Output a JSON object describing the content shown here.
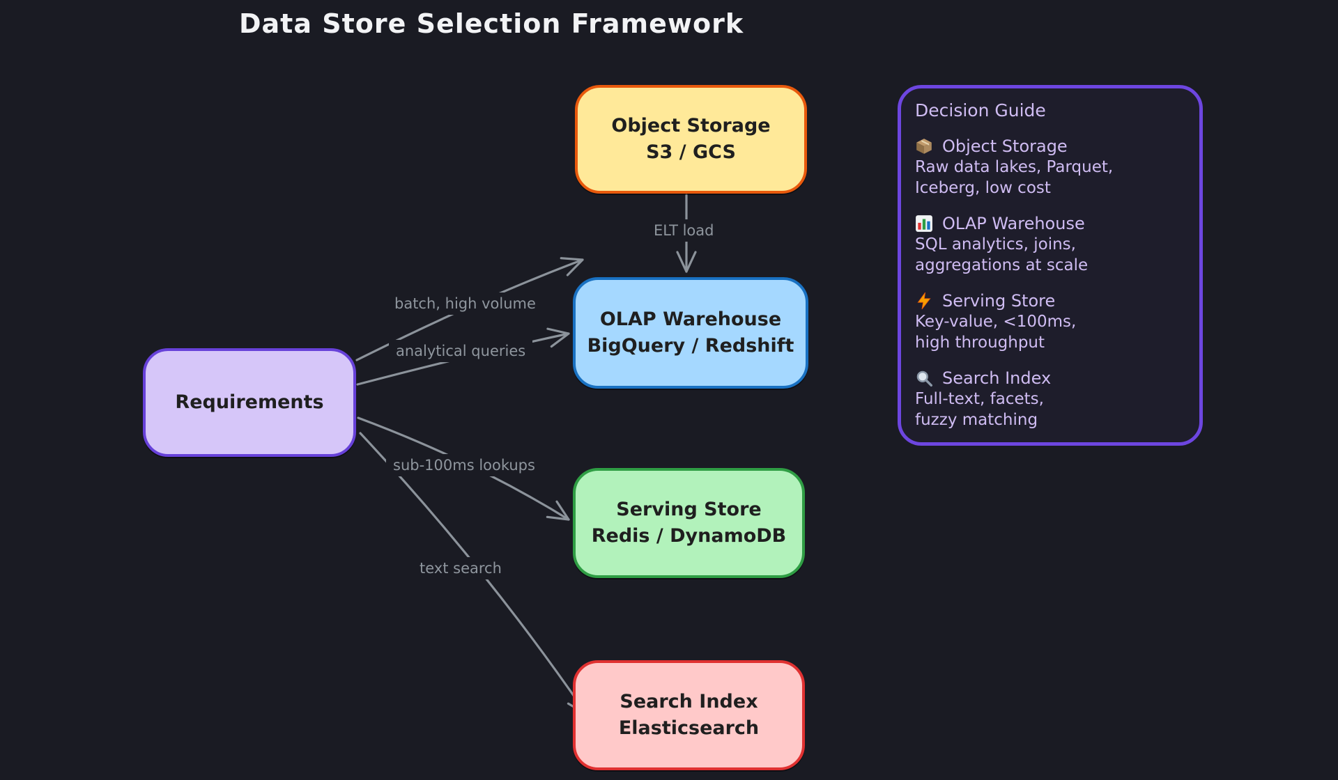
{
  "title": "Data Store Selection Framework",
  "colors": {
    "background": "#1a1b23",
    "arrow": "#8c939b",
    "edge_label_text": "#8f969e",
    "title_text": "#f2f3f5",
    "panel_border": "#6d46e0",
    "panel_text": "#cfbcf2"
  },
  "nodes": [
    {
      "id": "requirements",
      "label": "Requirements",
      "sublabel": "",
      "fill": "#d6c6f9",
      "border": "#6741d9"
    },
    {
      "id": "object-storage",
      "label": "Object Storage",
      "sublabel": "S3 / GCS",
      "fill": "#ffe999",
      "border": "#e8590c"
    },
    {
      "id": "olap-warehouse",
      "label": "OLAP Warehouse",
      "sublabel": "BigQuery / Redshift",
      "fill": "#a5d8ff",
      "border": "#1971c2"
    },
    {
      "id": "serving-store",
      "label": "Serving Store",
      "sublabel": "Redis / DynamoDB",
      "fill": "#b2f2bb",
      "border": "#2f9e44"
    },
    {
      "id": "search-index",
      "label": "Search Index",
      "sublabel": "Elasticsearch",
      "fill": "#ffc9c9",
      "border": "#e03131"
    }
  ],
  "edges": [
    {
      "from": "requirements",
      "to": "olap-warehouse",
      "label": "batch, high volume"
    },
    {
      "from": "requirements",
      "to": "olap-warehouse",
      "label": "analytical queries"
    },
    {
      "from": "object-storage",
      "to": "olap-warehouse",
      "label": "ELT load"
    },
    {
      "from": "requirements",
      "to": "serving-store",
      "label": "sub-100ms lookups"
    },
    {
      "from": "requirements",
      "to": "search-index",
      "label": "text search"
    }
  ],
  "guide": {
    "title": "Decision Guide",
    "entries": [
      {
        "icon": "package-icon",
        "name": "Object Storage",
        "desc": "Raw data lakes, Parquet,\nIceberg, low cost"
      },
      {
        "icon": "bar-chart-icon",
        "name": "OLAP Warehouse",
        "desc": "SQL analytics, joins,\naggregations at scale"
      },
      {
        "icon": "lightning-icon",
        "name": "Serving Store",
        "desc": "Key-value, <100ms,\nhigh throughput"
      },
      {
        "icon": "magnifier-icon",
        "name": "Search Index",
        "desc": "Full-text, facets,\nfuzzy matching"
      }
    ]
  }
}
